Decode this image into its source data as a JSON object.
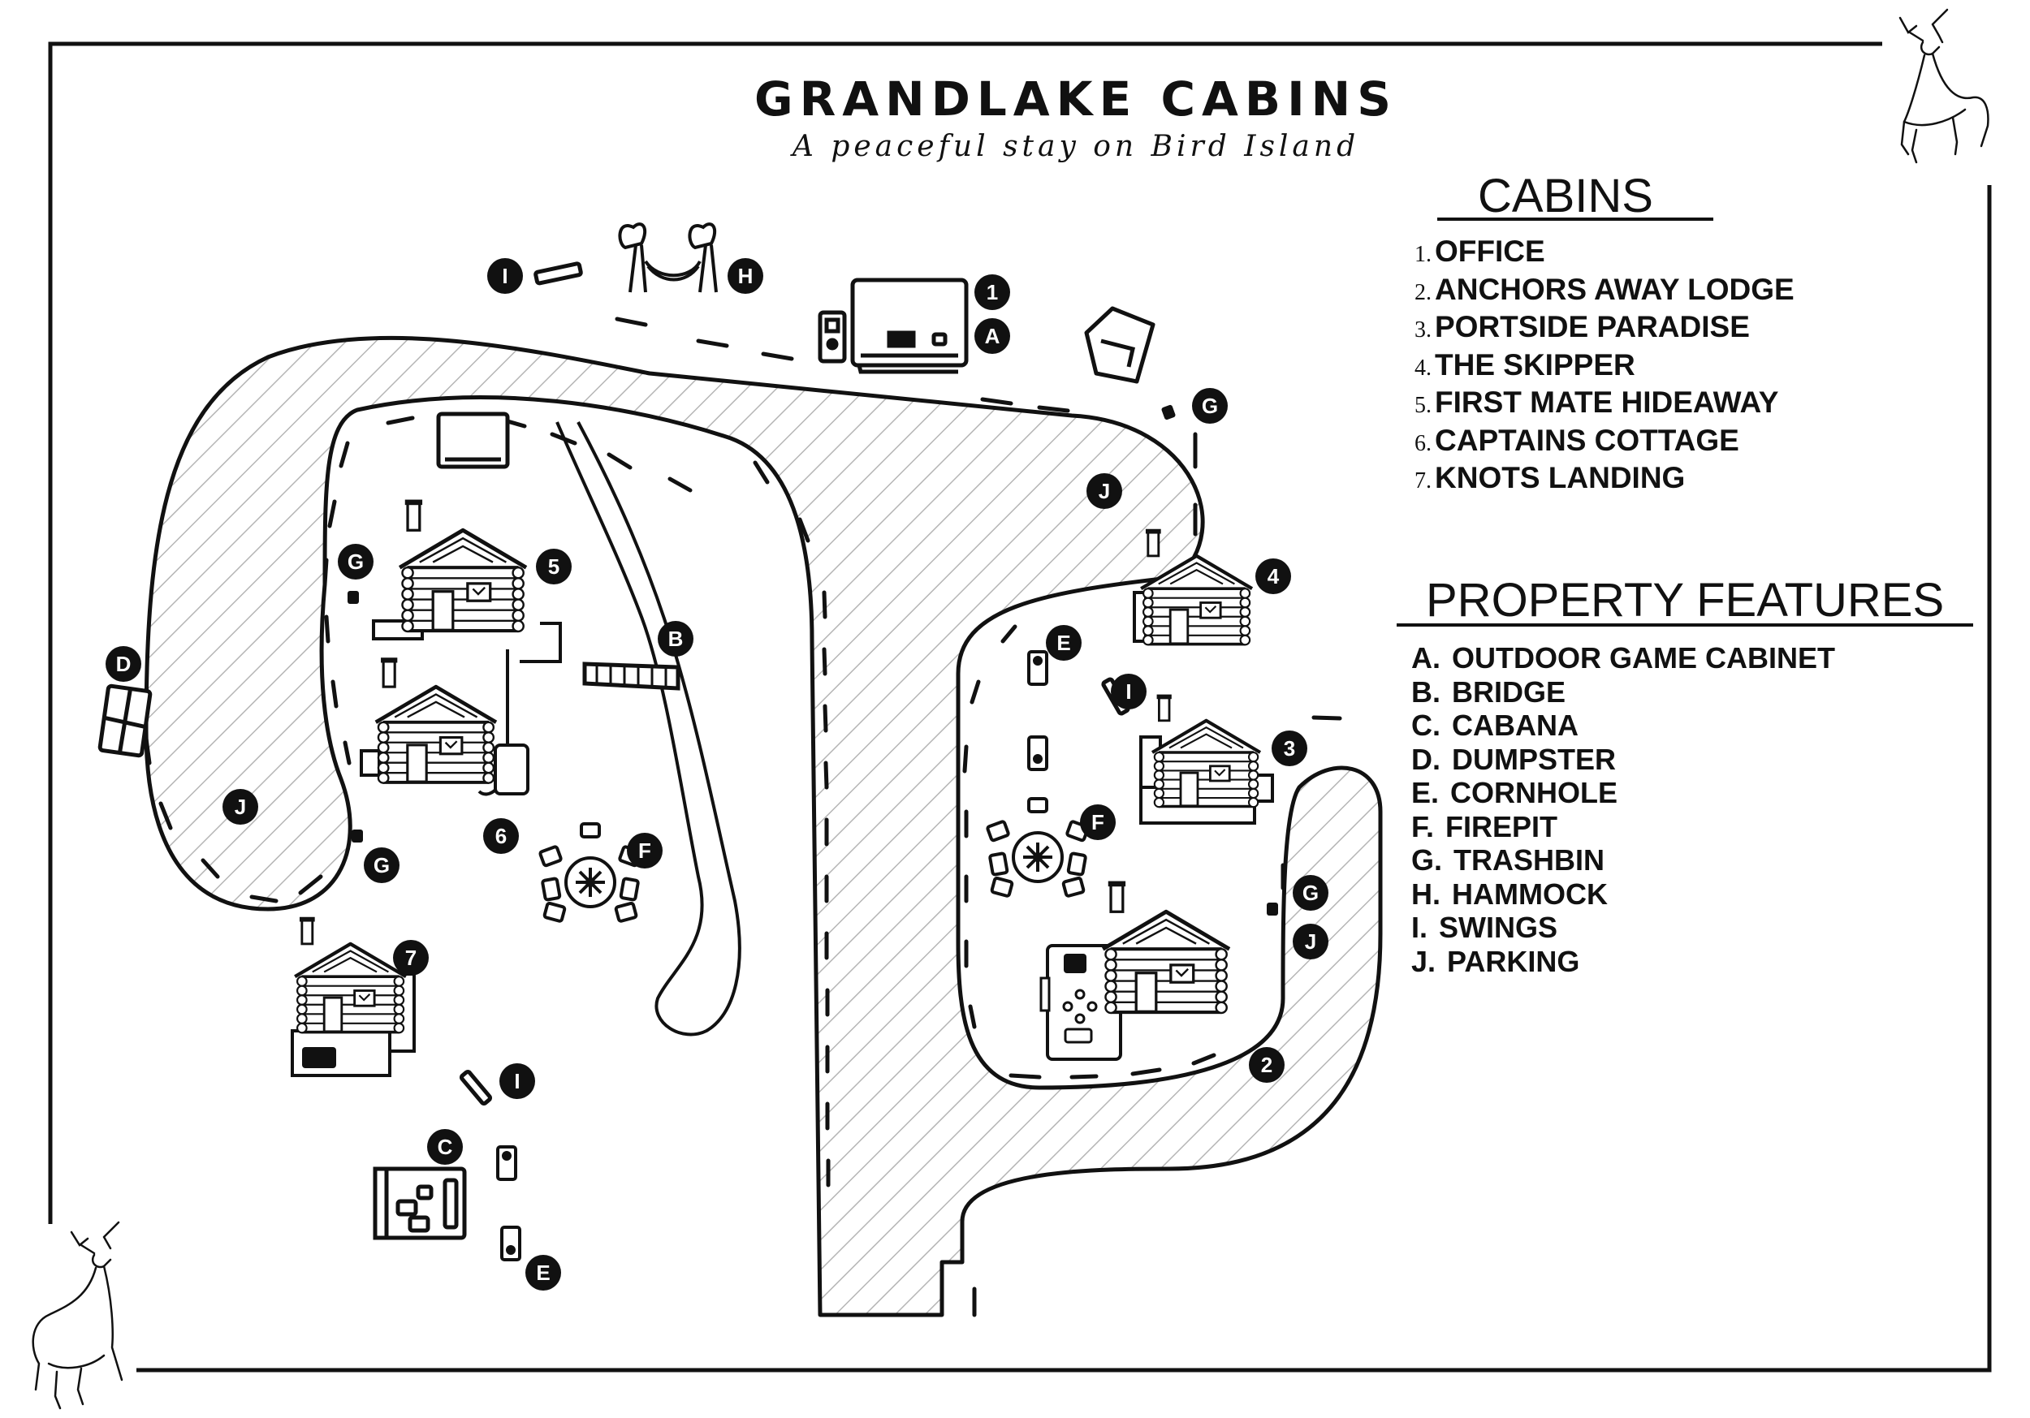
{
  "title": "GRANDLAKE CABINS",
  "subtitle": "A peaceful stay on Bird Island",
  "cabins": {
    "heading": "CABINS",
    "items": [
      {
        "id": "1.",
        "label": "OFFICE"
      },
      {
        "id": "2.",
        "label": "ANCHORS AWAY LODGE"
      },
      {
        "id": "3.",
        "label": "PORTSIDE PARADISE"
      },
      {
        "id": "4.",
        "label": "THE SKIPPER"
      },
      {
        "id": "5.",
        "label": "FIRST MATE HIDEAWAY"
      },
      {
        "id": "6.",
        "label": "CAPTAINS COTTAGE"
      },
      {
        "id": "7.",
        "label": "KNOTS LANDING"
      }
    ]
  },
  "features": {
    "heading": "PROPERTY FEATURES",
    "items": [
      {
        "id": "A.",
        "label": "OUTDOOR GAME CABINET"
      },
      {
        "id": "B.",
        "label": "BRIDGE"
      },
      {
        "id": "C.",
        "label": "CABANA"
      },
      {
        "id": "D.",
        "label": "DUMPSTER"
      },
      {
        "id": "E.",
        "label": "CORNHOLE"
      },
      {
        "id": "F.",
        "label": "FIREPIT"
      },
      {
        "id": "G.",
        "label": "TRASHBIN"
      },
      {
        "id": "H.",
        "label": "HAMMOCK"
      },
      {
        "id": "I.",
        "label": "SWINGS"
      },
      {
        "id": "J.",
        "label": "PARKING"
      }
    ]
  },
  "markers": {
    "office": "1",
    "anchors": "2",
    "portside": "3",
    "skipper": "4",
    "firstmate": "5",
    "captains": "6",
    "knots": "7",
    "game_cabinet": "A",
    "bridge": "B",
    "cabana": "C",
    "dumpster": "D",
    "cornhole_east": "E",
    "cornhole_south": "E",
    "firepit_west": "F",
    "firepit_east": "F",
    "trash_top": "G",
    "trash_5": "G",
    "trash_6": "G",
    "trash_right": "G",
    "hammock": "H",
    "swing_top": "I",
    "swing_right": "I",
    "swing_bottom": "I",
    "parking_left": "J",
    "parking_top": "J",
    "parking_right": "J"
  },
  "colors": {
    "ink": "#111111",
    "hatch": "#b5b5b5",
    "paper": "#ffffff"
  }
}
